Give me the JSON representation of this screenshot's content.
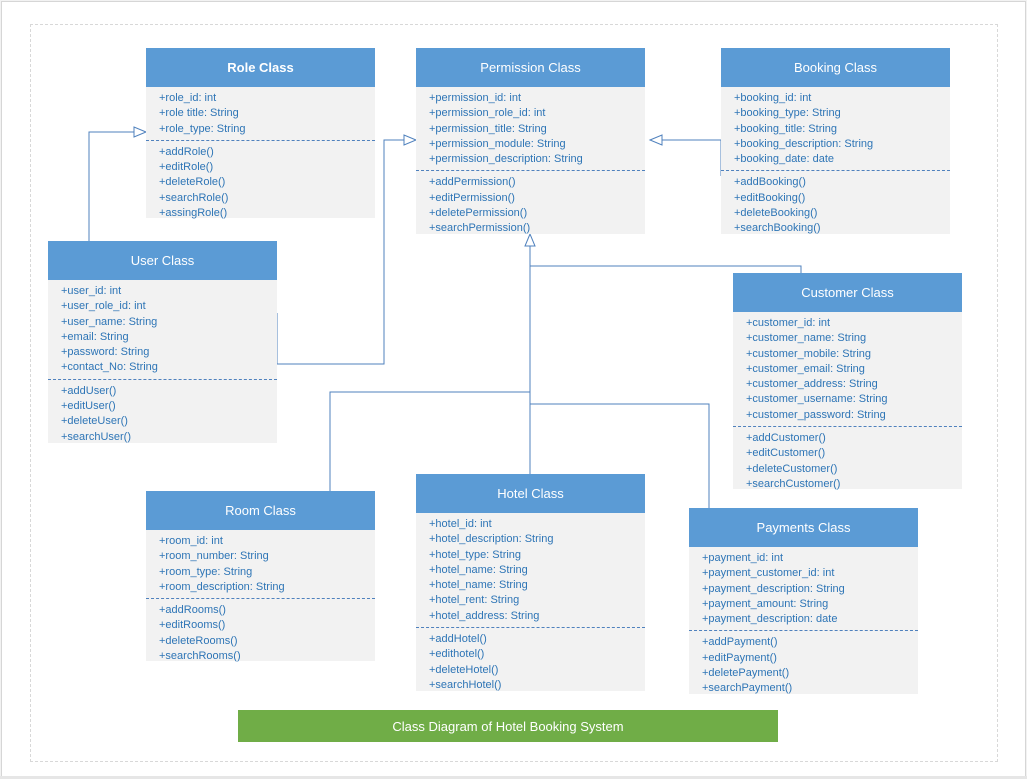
{
  "classes": {
    "role": {
      "title": "Role Class",
      "attributes": [
        "+role_id: int",
        "+role title: String",
        "+role_type: String"
      ],
      "methods": [
        "+addRole()",
        "+editRole()",
        "+deleteRole()",
        "+searchRole()",
        "+assingRole()"
      ]
    },
    "permission": {
      "title": "Permission Class",
      "attributes": [
        "+permission_id: int",
        "+permission_role_id: int",
        "+permission_title: String",
        "+permission_module: String",
        "+permission_description: String"
      ],
      "methods": [
        "+addPermission()",
        "+editPermission()",
        "+deletePermission()",
        "+searchPermission()"
      ]
    },
    "booking": {
      "title": "Booking Class",
      "attributes": [
        "+booking_id: int",
        "+booking_type: String",
        "+booking_title: String",
        "+booking_description: String",
        "+booking_date: date"
      ],
      "methods": [
        "+addBooking()",
        "+editBooking()",
        "+deleteBooking()",
        "+searchBooking()"
      ]
    },
    "user": {
      "title": "User Class",
      "attributes": [
        "+user_id: int",
        "+user_role_id: int",
        "+user_name: String",
        "+email: String",
        "+password: String",
        "+contact_No: String"
      ],
      "methods": [
        "+addUser()",
        "+editUser()",
        "+deleteUser()",
        "+searchUser()"
      ]
    },
    "customer": {
      "title": "Customer Class",
      "attributes": [
        "+customer_id: int",
        "+customer_name: String",
        "+customer_mobile: String",
        "+customer_email: String",
        "+customer_address: String",
        "+customer_username: String",
        "+customer_password: String"
      ],
      "methods": [
        "+addCustomer()",
        "+editCustomer()",
        "+deleteCustomer()",
        "+searchCustomer()"
      ]
    },
    "room": {
      "title": "Room Class",
      "attributes": [
        "+room_id: int",
        "+room_number: String",
        "+room_type: String",
        "+room_description: String"
      ],
      "methods": [
        "+addRooms()",
        "+editRooms()",
        "+deleteRooms()",
        "+searchRooms()"
      ]
    },
    "hotel": {
      "title": "Hotel Class",
      "attributes": [
        "+hotel_id: int",
        "+hotel_description: String",
        "+hotel_type: String",
        "+hotel_name: String",
        "+hotel_name: String",
        "+hotel_rent: String",
        "+hotel_address: String"
      ],
      "methods": [
        "+addHotel()",
        "+edithotel()",
        "+deleteHotel()",
        "+searchHotel()"
      ]
    },
    "payments": {
      "title": "Payments Class",
      "attributes": [
        "+payment_id: int",
        "+payment_customer_id: int",
        "+payment_description: String",
        "+payment_amount: String",
        "+payment_description: date"
      ],
      "methods": [
        "+addPayment()",
        "+editPayment()",
        "+deletePayment()",
        "+searchPayment()"
      ]
    }
  },
  "caption": "Class Diagram of Hotel Booking System",
  "colors": {
    "header": "#5b9bd5",
    "body": "#f2f2f2",
    "text": "#2e75b6",
    "connector": "#4f81bd",
    "caption_bg": "#70ad47"
  }
}
